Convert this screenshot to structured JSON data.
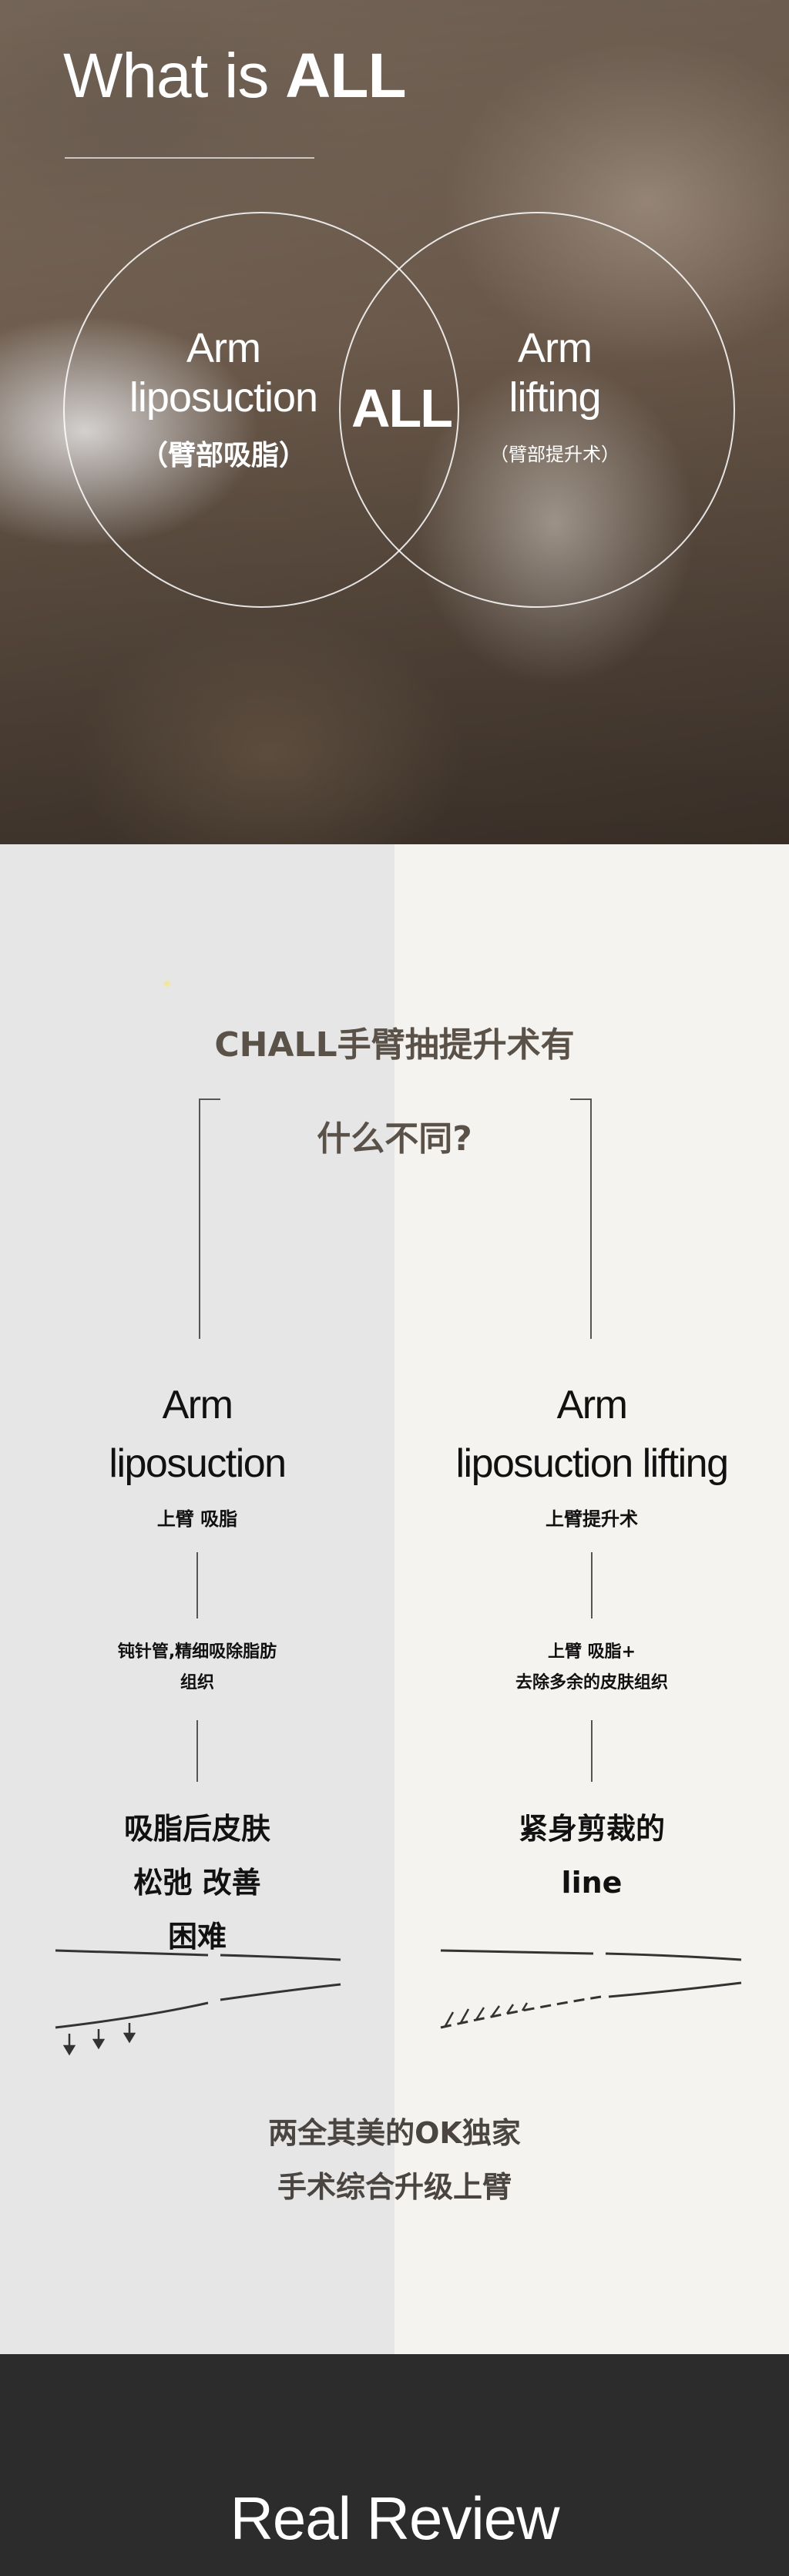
{
  "hero": {
    "title_prefix": "What is ",
    "title_bold": "ALL",
    "left_circle": {
      "line1": "Arm",
      "line2": "liposuction",
      "cn": "（臂部吸脂）"
    },
    "center": "ALL",
    "right_circle": {
      "line1": "Arm",
      "line2": "lifting",
      "cn": "（臂部提升术）"
    }
  },
  "compare": {
    "title_line1": "CHALL手臂抽提升术有",
    "title_line2": "什么不同?",
    "left": {
      "en1": "Arm",
      "en2": "liposuction",
      "sub": "上臂 吸脂",
      "desc1": "钝针管,精细吸除脂肪",
      "desc2": "组织",
      "big1": "吸脂后皮肤",
      "big2": "松弛 改善",
      "big3": "困难"
    },
    "right": {
      "en1": "Arm",
      "en2": "liposuction lifting",
      "sub": "上臂提升术",
      "desc1": "上臂 吸脂+",
      "desc2": "去除多余的皮肤组织",
      "big1": "紧身剪裁的",
      "big2": "line"
    },
    "closing1": "两全其美的OK独家",
    "closing2": "手术综合升级上臂"
  },
  "review": {
    "title": "Real Review"
  }
}
